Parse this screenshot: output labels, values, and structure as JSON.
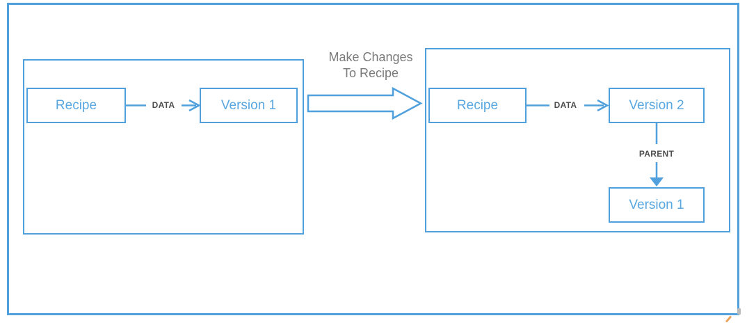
{
  "colors": {
    "accent": "#4FA0DC",
    "box_text": "#58A7E0",
    "label_text": "#4D4D4D",
    "caption_text": "#7A7A7A",
    "background": "#FFFFFF",
    "artifact_orange": "#E8A45C",
    "artifact_gray": "#B8BABC"
  },
  "diagram": {
    "before": {
      "source_label": "Recipe",
      "edge_label": "DATA",
      "target_label": "Version 1"
    },
    "transition": {
      "caption_line1": "Make Changes",
      "caption_line2": "To Recipe"
    },
    "after": {
      "source_label": "Recipe",
      "edge_label": "DATA",
      "target_label": "Version 2",
      "parent_edge_label": "PARENT",
      "parent_target_label": "Version 1"
    }
  }
}
